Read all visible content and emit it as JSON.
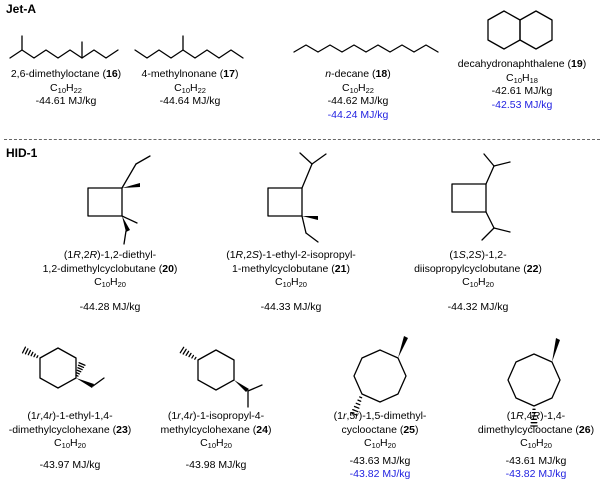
{
  "sections": {
    "jet_a": "Jet-A",
    "hid_1": "HID-1"
  },
  "compounds": [
    {
      "name_pre": "2,6-dimethyloctane (",
      "num": "16",
      "name_post": ")",
      "f1": "C",
      "f2": "10",
      "f3": "H",
      "f4": "22",
      "energy": "-44.61 MJ/kg",
      "energy2": ""
    },
    {
      "name_pre": "4-methylnonane (",
      "num": "17",
      "name_post": ")",
      "f1": "C",
      "f2": "10",
      "f3": "H",
      "f4": "22",
      "energy": "-44.64 MJ/kg",
      "energy2": ""
    },
    {
      "name_pre": "n",
      "name_mid": "-decane (",
      "num": "18",
      "name_post": ")",
      "f1": "C",
      "f2": "10",
      "f3": "H",
      "f4": "22",
      "energy": "-44.62 MJ/kg",
      "energy2": "-44.24 MJ/kg"
    },
    {
      "name_pre": "decahydronaphthalene (",
      "num": "19",
      "name_post": ")",
      "f1": "C",
      "f2": "10",
      "f3": "H",
      "f4": "18",
      "energy": "-42.61 MJ/kg",
      "energy2": "-42.53 MJ/kg"
    },
    {
      "l1a": "(1",
      "l1b": "R",
      "l1c": ",2",
      "l1d": "R",
      "l1e": ")-1,2-diethyl-",
      "l2": "1,2-dimethylcyclobutane (",
      "num": "20",
      "name_post": ")",
      "f1": "C",
      "f2": "10",
      "f3": "H",
      "f4": "20",
      "energy": "-44.28 MJ/kg"
    },
    {
      "l1a": "(1",
      "l1b": "R",
      "l1c": ",2",
      "l1d": "S",
      "l1e": ")-1-ethyl-2-isopropyl-",
      "l2": "1-methylcyclobutane (",
      "num": "21",
      "name_post": ")",
      "f1": "C",
      "f2": "10",
      "f3": "H",
      "f4": "20",
      "energy": "-44.33 MJ/kg"
    },
    {
      "l1a": "(1",
      "l1b": "S",
      "l1c": ",2",
      "l1d": "S",
      "l1e": ")-1,2-",
      "l2": "diisopropylcyclobutane (",
      "num": "22",
      "name_post": ")",
      "f1": "C",
      "f2": "10",
      "f3": "H",
      "f4": "20",
      "energy": "-44.32 MJ/kg"
    },
    {
      "l1a": "(1",
      "l1b": "r",
      "l1c": ",4",
      "l1d": "r",
      "l1e": ")-1-ethyl-1,4-",
      "l2": "-dimethylcyclohexane (",
      "num": "23",
      "name_post": ")",
      "f1": "C",
      "f2": "10",
      "f3": "H",
      "f4": "20",
      "energy": "-43.97 MJ/kg"
    },
    {
      "l1a": "(1",
      "l1b": "r",
      "l1c": ",4",
      "l1d": "r",
      "l1e": ")-1-isopropyl-4-",
      "l2": "methylcyclohexane (",
      "num": "24",
      "name_post": ")",
      "f1": "C",
      "f2": "10",
      "f3": "H",
      "f4": "20",
      "energy": "-43.98 MJ/kg"
    },
    {
      "l1a": "(1",
      "l1b": "r",
      "l1c": ",5",
      "l1d": "r",
      "l1e": ")-1,5-dimethyl-",
      "l2": "cyclooctane (",
      "num": "25",
      "name_post": ")",
      "f1": "C",
      "f2": "10",
      "f3": "H",
      "f4": "20",
      "energy": "-43.63 MJ/kg",
      "energy2": "-43.82 MJ/kg"
    },
    {
      "l1a": "(1",
      "l1b": "R",
      "l1c": ",4",
      "l1d": "R",
      "l1e": ")-1,4-",
      "l2": "dimethylcyclooctane (",
      "num": "26",
      "name_post": ")",
      "f1": "C",
      "f2": "10",
      "f3": "H",
      "f4": "20",
      "energy": "-43.61 MJ/kg",
      "energy2": "-43.82 MJ/kg"
    }
  ],
  "colors": {
    "secondary_value": "#1f1fe0",
    "divider": "#666666"
  }
}
